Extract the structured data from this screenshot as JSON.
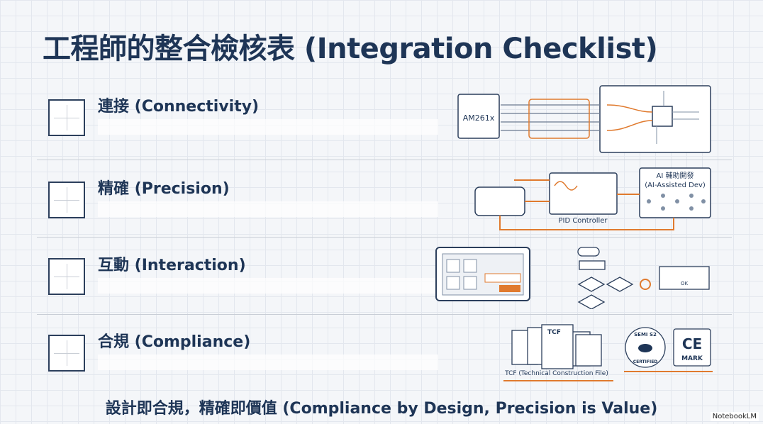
{
  "title": "工程師的整合檢核表 (Integration Checklist)",
  "items": [
    {
      "label": "連接 (Connectivity)",
      "chip_label": "AM261x"
    },
    {
      "label": "精確 (Precision)",
      "controller_label": "PID Controller",
      "ai_label_zh": "AI 輔助開發",
      "ai_label_en": "(AI-Assisted Dev)"
    },
    {
      "label": "互動 (Interaction)",
      "dialog_button": "OK"
    },
    {
      "label": "合規 (Compliance)",
      "doc_tag": "TCF",
      "doc_caption": "TCF (Technical Construction File)",
      "semi_top": "SEMI S2",
      "semi_bottom": "CERTIFIED",
      "ce_mark": "CE",
      "ce_text": "MARK"
    }
  ],
  "footer": "設計即合規，精確即價值 (Compliance by Design, Precision is Value)",
  "brand": "NotebookLM",
  "colors": {
    "navy": "#1e3556",
    "orange": "#e07a2e",
    "background": "#f4f6f9"
  }
}
